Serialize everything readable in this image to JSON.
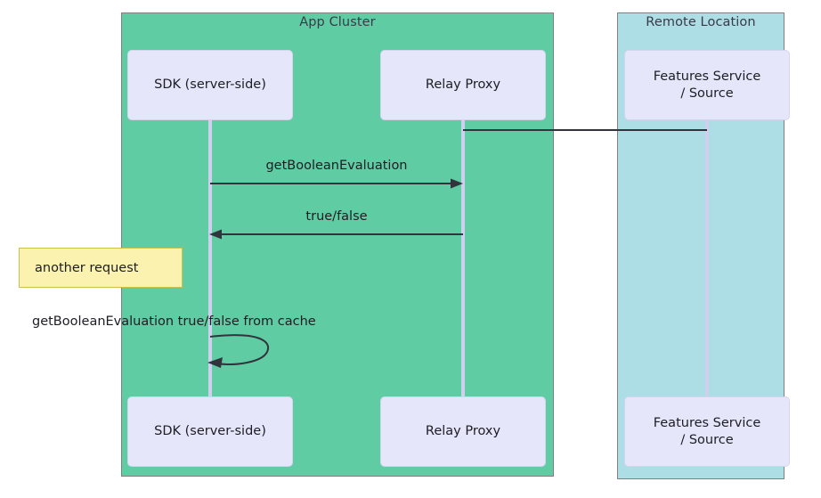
{
  "diagram": {
    "type": "sequence-diagram",
    "groups": [
      {
        "id": "app-cluster",
        "title": "App Cluster",
        "color": "#5fcca4"
      },
      {
        "id": "remote-location",
        "title": "Remote Location",
        "color": "#addde5"
      }
    ],
    "participants": [
      {
        "id": "sdk",
        "label": "SDK (server-side)",
        "group": "app-cluster"
      },
      {
        "id": "relay",
        "label": "Relay Proxy",
        "group": "app-cluster"
      },
      {
        "id": "features",
        "label": "Features Service\n/ Source",
        "group": "remote-location"
      }
    ],
    "messages": [
      {
        "id": "relay-to-features",
        "label": "",
        "from": "relay",
        "to": "features",
        "arrow": "none"
      },
      {
        "id": "get-boolean-evaluation",
        "label": "getBooleanEvaluation",
        "from": "sdk",
        "to": "relay",
        "arrow": "right"
      },
      {
        "id": "true-false",
        "label": "true/false",
        "from": "relay",
        "to": "sdk",
        "arrow": "left"
      },
      {
        "id": "cache-self-call",
        "label": "getBooleanEvaluation true/false from cache",
        "from": "sdk",
        "to": "sdk",
        "arrow": "self-loop"
      }
    ],
    "notes": [
      {
        "id": "another-request",
        "label": "another request",
        "color": "#faf2ae",
        "border": "#ccbf4e"
      }
    ],
    "colors": {
      "participant_fill": "#e6e6fa",
      "lifeline": "#cfcfee",
      "line": "#33333d",
      "group_border": "#7f7f7f"
    }
  }
}
